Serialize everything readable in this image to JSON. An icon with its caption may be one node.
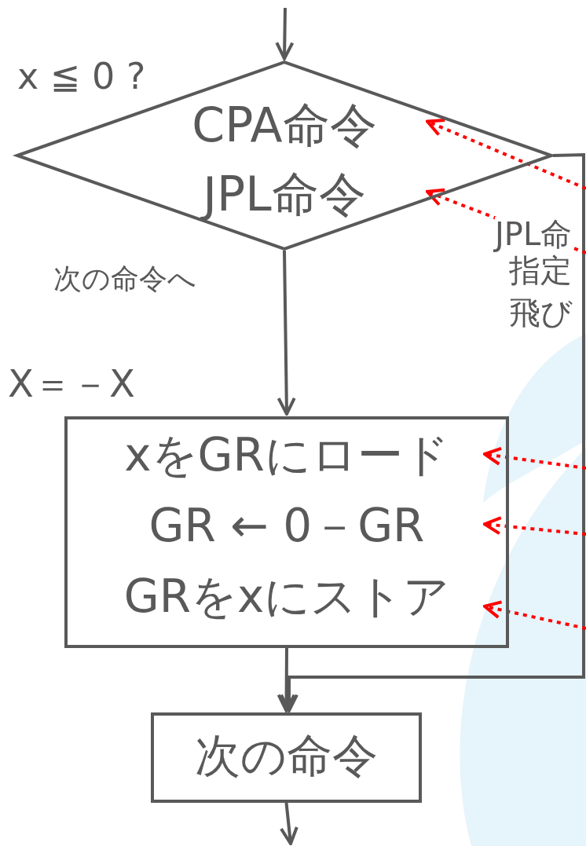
{
  "diagram": {
    "nodes": [
      {
        "text": [
          "CPA命令",
          "JPL命令"
        ],
        "beside": [
          "x ≦ 0 ?"
        ]
      },
      {
        "text": [
          "xをGRにロード",
          "GR ← 0－GR",
          "GRをxにストア"
        ],
        "beside": [
          "X＝－X"
        ]
      },
      {
        "text": [
          "次の命令"
        ]
      }
    ],
    "edges": [
      {
        "from": null,
        "to": 0,
        "arrow": "to"
      },
      {
        "from": 0,
        "to": 1,
        "arrow": "to",
        "label": "次の命令へ"
      },
      {
        "from": 1,
        "to": 2,
        "arrow": "to"
      },
      {
        "from": 2,
        "to": null,
        "arrow": "to"
      },
      {
        "from": 0,
        "to": 2,
        "arrow": "to"
      },
      {
        "from": null,
        "to": 0,
        "arrow": "to",
        "style": "dashed",
        "color": "#ff0000"
      },
      {
        "from": null,
        "to": 0,
        "arrow": "to",
        "style": "dashed",
        "color": "#ff0000"
      },
      {
        "from": null,
        "to": 1,
        "arrow": "to",
        "style": "dashed",
        "color": "#ff0000"
      },
      {
        "from": null,
        "to": 1,
        "arrow": "to",
        "style": "dashed",
        "color": "#ff0000"
      },
      {
        "from": null,
        "to": 1,
        "arrow": "to",
        "style": "dashed",
        "color": "#ff0000"
      }
    ],
    "labels": [
      "JPL命",
      "指定",
      "飛び"
    ]
  }
}
